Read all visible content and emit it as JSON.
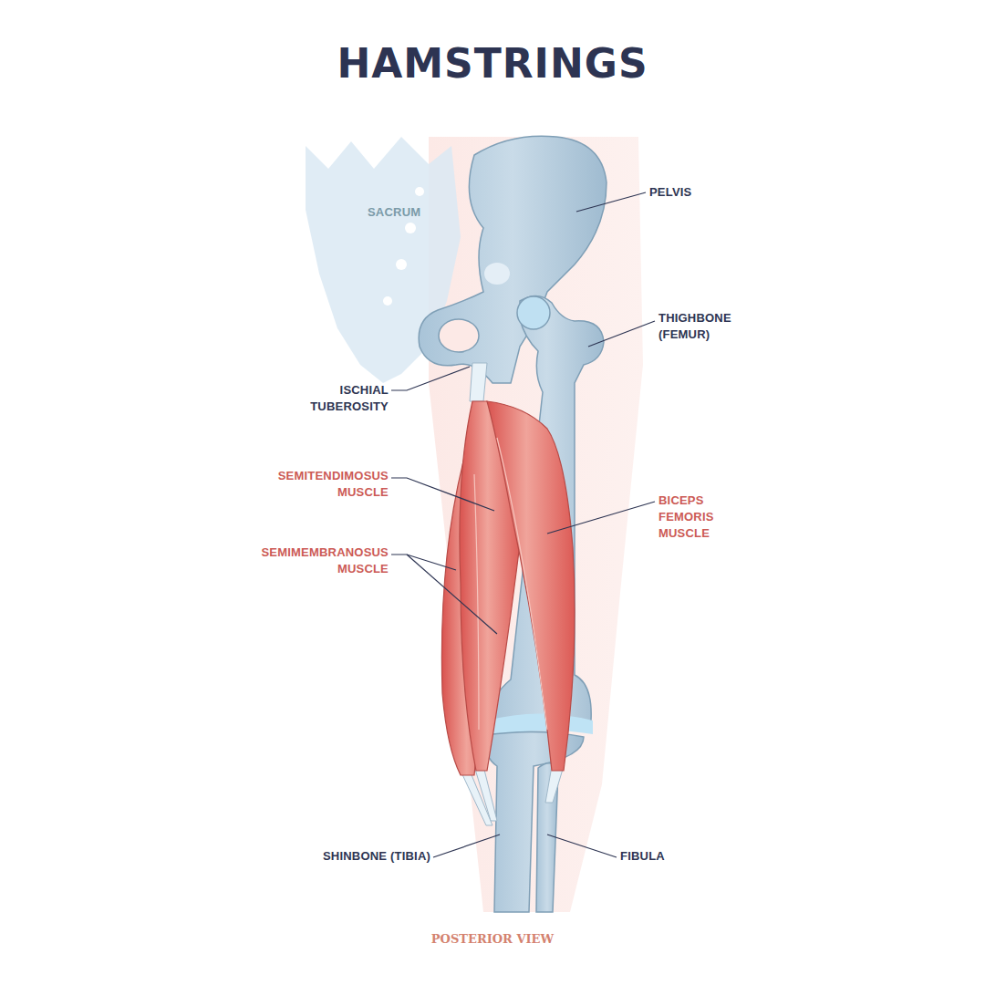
{
  "diagram": {
    "title": "HAMSTRINGS",
    "caption": "POSTERIOR VIEW",
    "labels": [
      "SACRUM",
      "PELVIS",
      "THIGHBONE (FEMUR)",
      "ISCHIAL TUBEROSITY",
      "SEMITENDIMOSUS MUSCLE",
      "SEMIMEMBRANOSUS MUSCLE",
      "BICEPS FEMORIS MUSCLE",
      "SHINBONE (TIBIA)",
      "FIBULA"
    ]
  }
}
